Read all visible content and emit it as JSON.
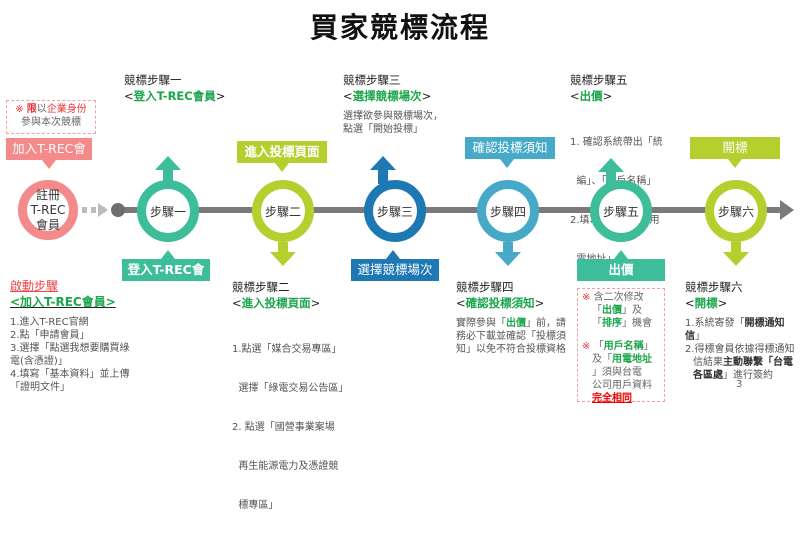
{
  "title": "買家競標流程",
  "colors": {
    "register": "#f48a8a",
    "step1": "#3dbd9a",
    "step2": "#b4cf2e",
    "step3": "#1e78b4",
    "step4": "#46a9c8",
    "step5": "#3dbd9a",
    "step6": "#b4cf2e",
    "timeline": "#7a7a7a",
    "highlight_green": "#1aa64a",
    "note_red": "#e33333"
  },
  "register": {
    "note_mark": "※",
    "note_red": "限",
    "note_gray1": "以",
    "note_red2": "企業身份",
    "note_line2": "參與本次競標",
    "callout_label": "加入T-REC會員",
    "ring_line1": "註冊",
    "ring_line2": "T-REC",
    "ring_line3": "會員",
    "start_heading": "啟動步驟",
    "start_sub": "<加入T-REC會員>",
    "steps": [
      "1.進入T-REC官網",
      "2.點「申請會員」",
      "3.選擇「點選我想要購買綠電(含憑證)」",
      "4.填寫「基本資料」並上傳「證明文件」"
    ]
  },
  "steps": [
    {
      "ring": "步驟一",
      "heading": "競標步驟一",
      "sub_left": "<",
      "sub": "登入T-REC會員",
      "sub_right": ">",
      "callout": "登入T-REC會員",
      "desc": []
    },
    {
      "ring": "步驟二",
      "heading": "競標步驟二",
      "sub_left": "<",
      "sub": "進入投標頁面",
      "sub_right": ">",
      "callout": "進入投標頁面",
      "desc": [
        "1.點選「媒合交易專區」",
        "  選擇「綠電交易公告區」",
        "2. 點選「國營事業案場",
        "  再生能源電力及憑證競",
        "  標專區」"
      ]
    },
    {
      "ring": "步驟三",
      "heading": "競標步驟三",
      "sub_left": "<",
      "sub": "選擇競標場次",
      "sub_right": ">",
      "callout": "選擇競標場次",
      "desc": [
        "選擇欲參與競標場次，",
        "點選「開始投標」"
      ]
    },
    {
      "ring": "步驟四",
      "heading": "競標步驟四",
      "sub_left": "<",
      "sub": "確認投標須知",
      "sub_right": ">",
      "callout": "確認投標須知",
      "desc_parts": {
        "p1": "實際參與「",
        "p1g": "出價",
        "p2": "」前，請務必下載並確認「投標須知」以免不符合投標資格"
      }
    },
    {
      "ring": "步驟五",
      "heading": "競標步驟五",
      "sub_left": "<",
      "sub": "出價",
      "sub_right": ">",
      "callout": "出價",
      "desc": [
        "1. 確認系統帶出「統",
        "  編」、「用戶名稱」",
        "2.填寫「電號」、「用",
        "  電地址」"
      ],
      "note": {
        "mark": "※",
        "l1": "含二次修改",
        "l2a": "「",
        "l2g": "出價",
        "l2b": "」及",
        "l3a": "「",
        "l3g": "排序",
        "l3b": "」機會",
        "mark2": "※",
        "l4a": "「",
        "l4g": "用戶名稱",
        "l4b": "」",
        "l5a": "及「",
        "l5g": "用電地址",
        "l6": "」須與台電",
        "l7": "公司用戶資料",
        "l8": "完全相同"
      }
    },
    {
      "ring": "步驟六",
      "heading": "競標步驟六",
      "sub_left": "<",
      "sub": "開標",
      "sub_right": ">",
      "callout": "開標",
      "desc_parts": {
        "l1a": "1.系統寄發「",
        "l1b": "開標通知信",
        "l1c": "」",
        "l2": "2.得標會員依據得標通知",
        "l3a": "信結果",
        "l3b": "主動聯繫「台電",
        "l4a": "各區處",
        "l4b": "」進行簽約"
      }
    }
  ],
  "page_number": "3"
}
